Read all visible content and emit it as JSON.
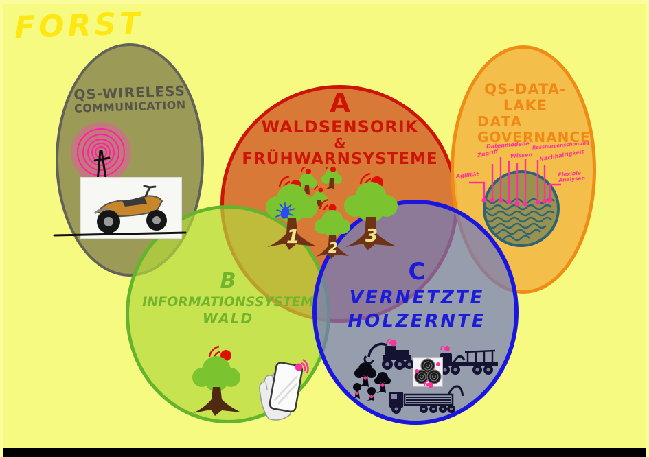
{
  "page": {
    "title": "FORST"
  },
  "regions": {
    "wireless": {
      "line1": "QS-WIRELESS",
      "line2": "COMMUNICATION"
    },
    "waldsensorik": {
      "letter": "A",
      "line1": "WALDSENSORIK",
      "amp": "&",
      "line2": "FRÜHWARNSYSTEME",
      "tree_numbers": [
        "1",
        "2",
        "3"
      ]
    },
    "datalake": {
      "line1": "QS-DATA-",
      "line2": "LAKE",
      "line3": "DATA",
      "line4": "GOVERNANCE",
      "labels": {
        "agilitaet": "Agilität",
        "zugriff": "Zugriff",
        "datenmodelle": "Datenmodelle",
        "wissen": "Wissen",
        "ressourcenschonung": "Ressourcenschonung",
        "nachhaltigkeit": "Nachhaltigkeit",
        "flexible_analysen": "Flexible Analysen"
      }
    },
    "informationssystem": {
      "letter": "B",
      "line1": "INFORMATIONSSYSTEM",
      "line2": "WALD"
    },
    "holzernte": {
      "letter": "C",
      "line1": "VERNETZTE",
      "line2": "HOLZERNTE"
    }
  },
  "colors": {
    "background": "#f6fa80",
    "olive_fill": "#929254",
    "olive_border": "#62625a",
    "red_fill": "#d67234",
    "red_border": "#cc1505",
    "orange_fill": "#f2ba46",
    "orange_border": "#ef8c15",
    "green_fill": "#b4d83c",
    "green_border": "#64b42d",
    "blue_fill": "#7078be",
    "blue_border": "#1a16e0",
    "pink_accent": "#ff2f9e",
    "sensor_red": "#dd1100",
    "lake_water": "#2c6575"
  }
}
